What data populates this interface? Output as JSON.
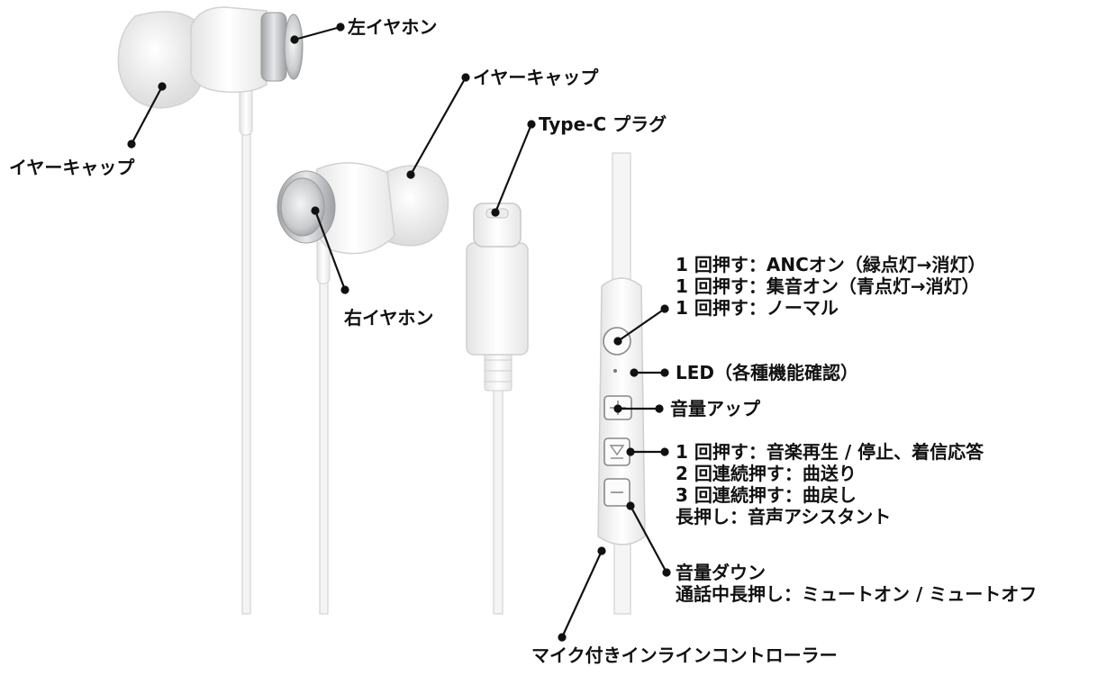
{
  "labels": {
    "left_earphone": "左イヤホン",
    "ear_cap_left": "イヤーキャップ",
    "ear_cap_right": "イヤーキャップ",
    "plug": "Type-C プラグ",
    "right_earphone": "右イヤホン",
    "main_button": [
      "1 回押す：ANCオン（緑点灯→消灯）",
      "1 回押す：集音オン（青点灯→消灯）",
      "1 回押す：ノーマル"
    ],
    "led": "LED（各種機能確認）",
    "volume_up": "音量アップ",
    "play_button": [
      "1 回押す：音楽再生 / 停止、着信応答",
      "2 回連続押す：曲送り",
      "3 回連続押す：曲戻し",
      "長押し：音声アシスタント"
    ],
    "volume_down": [
      "音量ダウン",
      "通話中長押し：ミュートオン / ミュートオフ"
    ],
    "controller": "マイク付きインラインコントローラー"
  },
  "icons": {
    "main_button": "circle-button-icon",
    "volume_up": "plus-icon",
    "play": "play-pause-icon",
    "volume_down": "minus-icon"
  },
  "colors": {
    "line": "#111111",
    "body": "#f5f5f5",
    "outline": "#d4d4d4",
    "metal": "#b5b7ba"
  }
}
